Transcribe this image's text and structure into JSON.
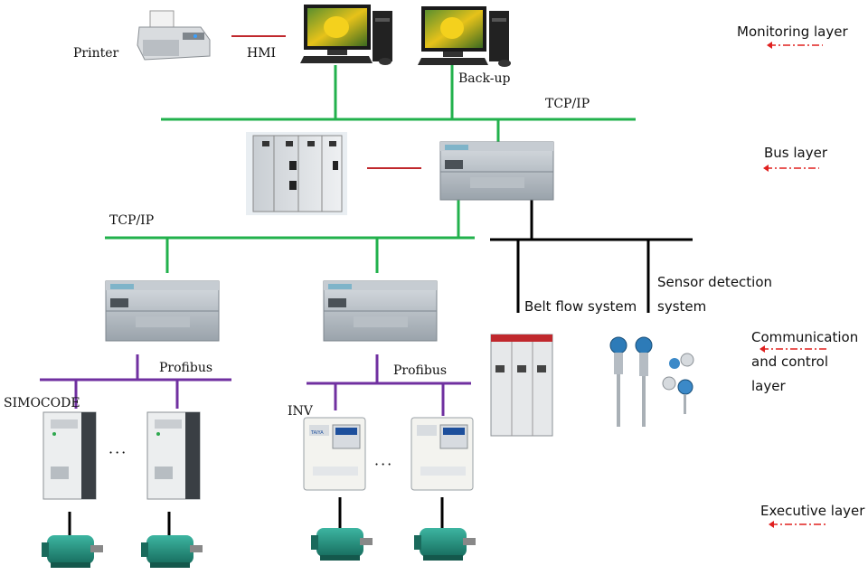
{
  "layers": {
    "monitoring": "Monitoring layer",
    "bus": "Bus layer",
    "comm_line1": "Communication",
    "comm_line2": "and control",
    "comm_line3": "layer",
    "executive": "Executive layer"
  },
  "labels": {
    "printer": "Printer",
    "hmi": "HMI",
    "backup": "Back-up",
    "tcpip_top": "TCP/IP",
    "tcpip_mid": "TCP/IP",
    "profibus_left": "Profibus",
    "profibus_right": "Profibus",
    "simocode": "SIMOCODE",
    "inv": "INV",
    "belt_flow": "Belt flow system",
    "sensor_line1": "Sensor detection",
    "sensor_line2": "system",
    "ellipsis": "···",
    "inv_brand": "TAIYA"
  },
  "colors": {
    "network_line": "#22b14c",
    "profibus_line": "#7030a0",
    "link_line": "#c0282d",
    "black_line": "#000000",
    "arrow": "#e0201f"
  }
}
